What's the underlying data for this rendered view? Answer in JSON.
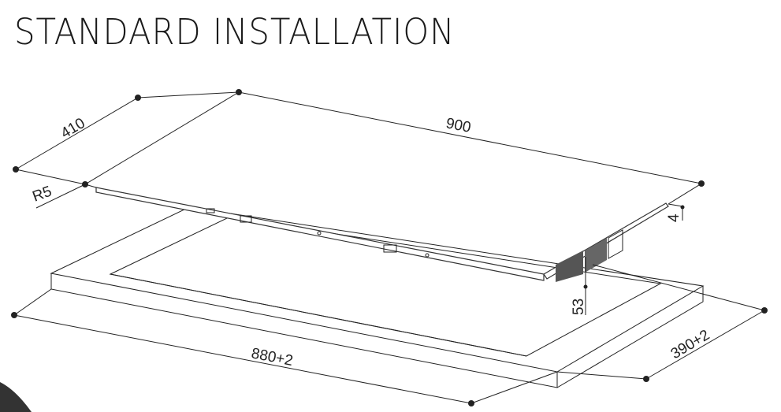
{
  "title": "STANDARD INSTALLATION",
  "dimensions": {
    "hob_depth": "410",
    "hob_width": "900",
    "corner_radius": "R5",
    "glass_thickness": "4",
    "built_in_height": "53",
    "cutout_width": "880+2",
    "cutout_depth": "390+2"
  },
  "colors": {
    "line": "#222222",
    "background": "#ffffff"
  }
}
